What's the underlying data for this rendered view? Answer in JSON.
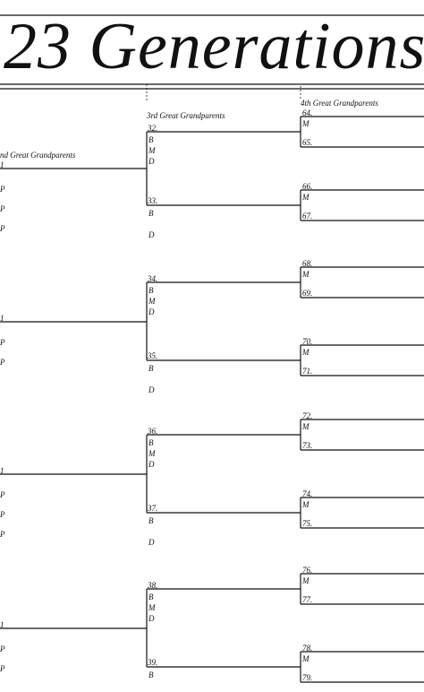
{
  "title": "23 Generations",
  "headers": {
    "col0": "nd Great Grandparents",
    "col1": "3rd Great Grandparents",
    "col2": "4th Great Grandparents"
  },
  "col0": {
    "rows": [
      {
        "num": "1",
        "fields": [
          "P",
          "P",
          "P"
        ]
      },
      {
        "num": "1",
        "fields": [
          "P",
          "P"
        ]
      },
      {
        "num": "1",
        "fields": [
          "P",
          "P",
          "P"
        ]
      },
      {
        "num": "1",
        "fields": [
          "P",
          "P"
        ]
      }
    ]
  },
  "col1": {
    "pairs": [
      {
        "top": "32.",
        "bottom": "33.",
        "topFields": [
          "B",
          "M",
          "D"
        ],
        "bottomFields": [
          "B",
          "D"
        ]
      },
      {
        "top": "34.",
        "bottom": "35.",
        "topFields": [
          "B",
          "M",
          "D"
        ],
        "bottomFields": [
          "B",
          "D"
        ]
      },
      {
        "top": "36.",
        "bottom": "37.",
        "topFields": [
          "B",
          "M",
          "D"
        ],
        "bottomFields": [
          "B",
          "D"
        ]
      },
      {
        "top": "38.",
        "bottom": "39.",
        "topFields": [
          "B",
          "M",
          "D"
        ],
        "bottomFields": [
          "B"
        ]
      }
    ]
  },
  "col2": {
    "pairs": [
      {
        "top": "64.",
        "bottom": "65.",
        "field": "M"
      },
      {
        "top": "66.",
        "bottom": "67.",
        "field": "M"
      },
      {
        "top": "68.",
        "bottom": "69.",
        "field": "M"
      },
      {
        "top": "70.",
        "bottom": "71.",
        "field": "M"
      },
      {
        "top": "72.",
        "bottom": "73.",
        "field": "M"
      },
      {
        "top": "74.",
        "bottom": "75.",
        "field": "M"
      },
      {
        "top": "76.",
        "bottom": "77.",
        "field": "M"
      },
      {
        "top": "78.",
        "bottom": "79.",
        "field": "M"
      }
    ]
  }
}
